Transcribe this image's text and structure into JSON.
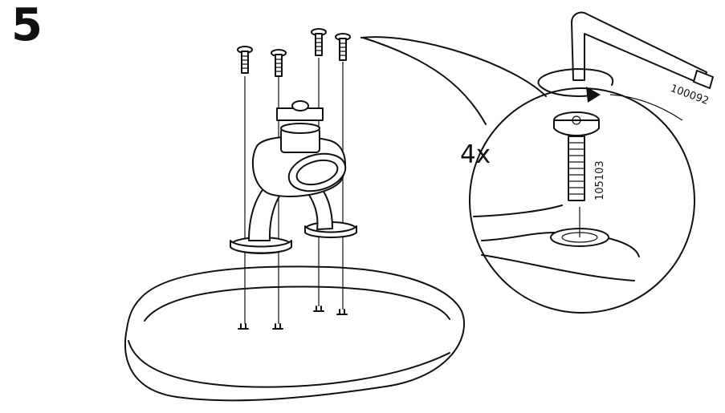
{
  "step": {
    "number": "5"
  },
  "detail": {
    "quantity": "4x"
  },
  "parts": {
    "allen_key_number": "100092",
    "screw_number": "105103"
  }
}
